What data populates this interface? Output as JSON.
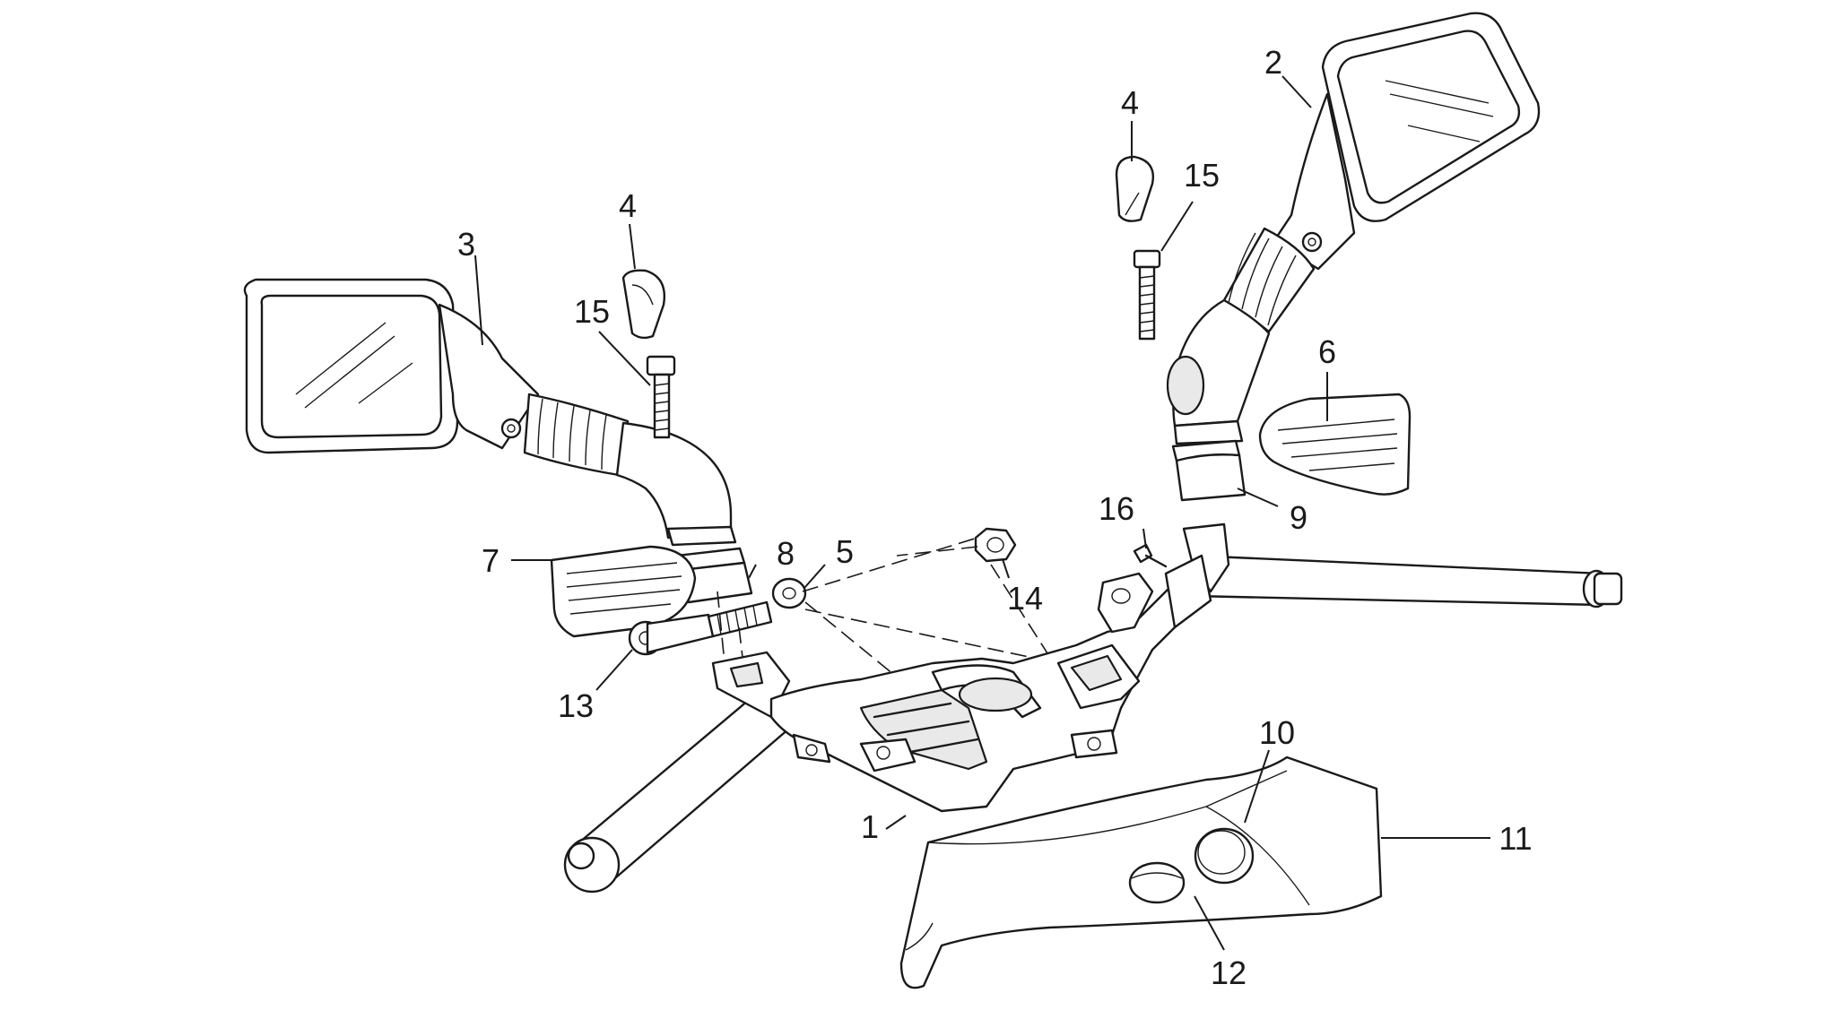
{
  "diagram": {
    "callouts": [
      {
        "id": "c1",
        "text": "1"
      },
      {
        "id": "c2",
        "text": "2"
      },
      {
        "id": "c3",
        "text": "3"
      },
      {
        "id": "c4a",
        "text": "4"
      },
      {
        "id": "c4b",
        "text": "4"
      },
      {
        "id": "c5",
        "text": "5"
      },
      {
        "id": "c6",
        "text": "6"
      },
      {
        "id": "c7",
        "text": "7"
      },
      {
        "id": "c8",
        "text": "8"
      },
      {
        "id": "c9",
        "text": "9"
      },
      {
        "id": "c10",
        "text": "10"
      },
      {
        "id": "c11",
        "text": "11"
      },
      {
        "id": "c12",
        "text": "12"
      },
      {
        "id": "c13",
        "text": "13"
      },
      {
        "id": "c14",
        "text": "14"
      },
      {
        "id": "c15a",
        "text": "15"
      },
      {
        "id": "c15b",
        "text": "15"
      },
      {
        "id": "c16",
        "text": "16"
      }
    ]
  }
}
